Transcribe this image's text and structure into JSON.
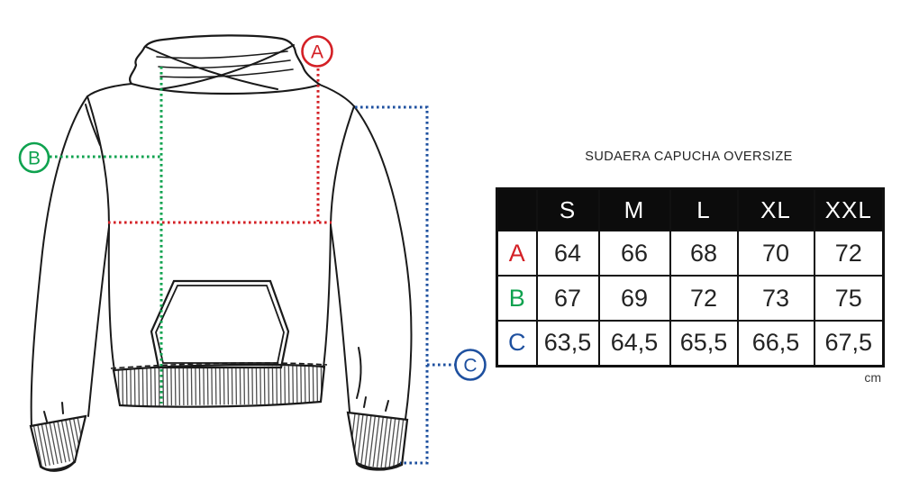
{
  "page": {
    "title": "SUDAERA CAPUCHA OVERSIZE",
    "unit": "cm"
  },
  "colors": {
    "measure_a": "#d42026",
    "measure_b": "#0fa24f",
    "measure_c": "#1e509f",
    "table_header_bg": "#0c0c0c",
    "outline": "#1a1a1a"
  },
  "size_table": {
    "columns": [
      "S",
      "M",
      "L",
      "XL",
      "XXL"
    ],
    "rows": [
      {
        "label": "A",
        "values": [
          "64",
          "66",
          "68",
          "70",
          "72"
        ]
      },
      {
        "label": "B",
        "values": [
          "67",
          "69",
          "72",
          "73",
          "75"
        ]
      },
      {
        "label": "C",
        "values": [
          "63,5",
          "64,5",
          "65,5",
          "66,5",
          "67,5"
        ]
      }
    ]
  }
}
